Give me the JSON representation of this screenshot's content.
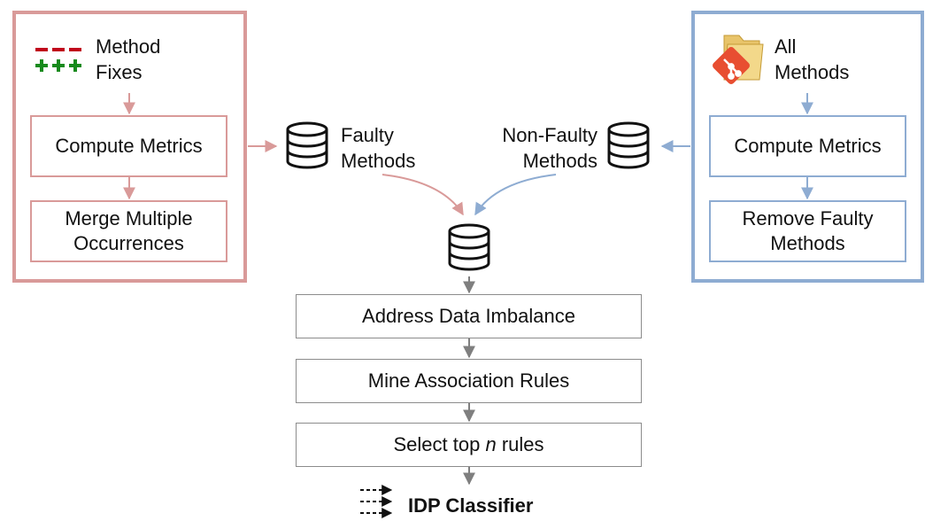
{
  "left_panel": {
    "header_label": "Method\nFixes",
    "box1": "Compute Metrics",
    "box2": "Merge Multiple\nOccurrences"
  },
  "right_panel": {
    "header_label": "All\nMethods",
    "box1": "Compute Metrics",
    "box2": "Remove Faulty\nMethods"
  },
  "faulty_db_label": "Faulty\nMethods",
  "nonfaulty_db_label": "Non-Faulty\nMethods",
  "pipeline": {
    "step1": "Address Data Imbalance",
    "step2": "Mine Association Rules",
    "step3_prefix": "Select top ",
    "step3_var": "n",
    "step3_suffix": " rules"
  },
  "output_label": "IDP Classifier",
  "colors": {
    "red": "#d99a99",
    "blue": "#8eacd2",
    "gray": "#8c8c8c",
    "minus": "#c0001a",
    "plus": "#178a1c"
  },
  "icons": {
    "diff": "diff-icon",
    "repo": "git-folder-icon",
    "database": "database-icon"
  }
}
